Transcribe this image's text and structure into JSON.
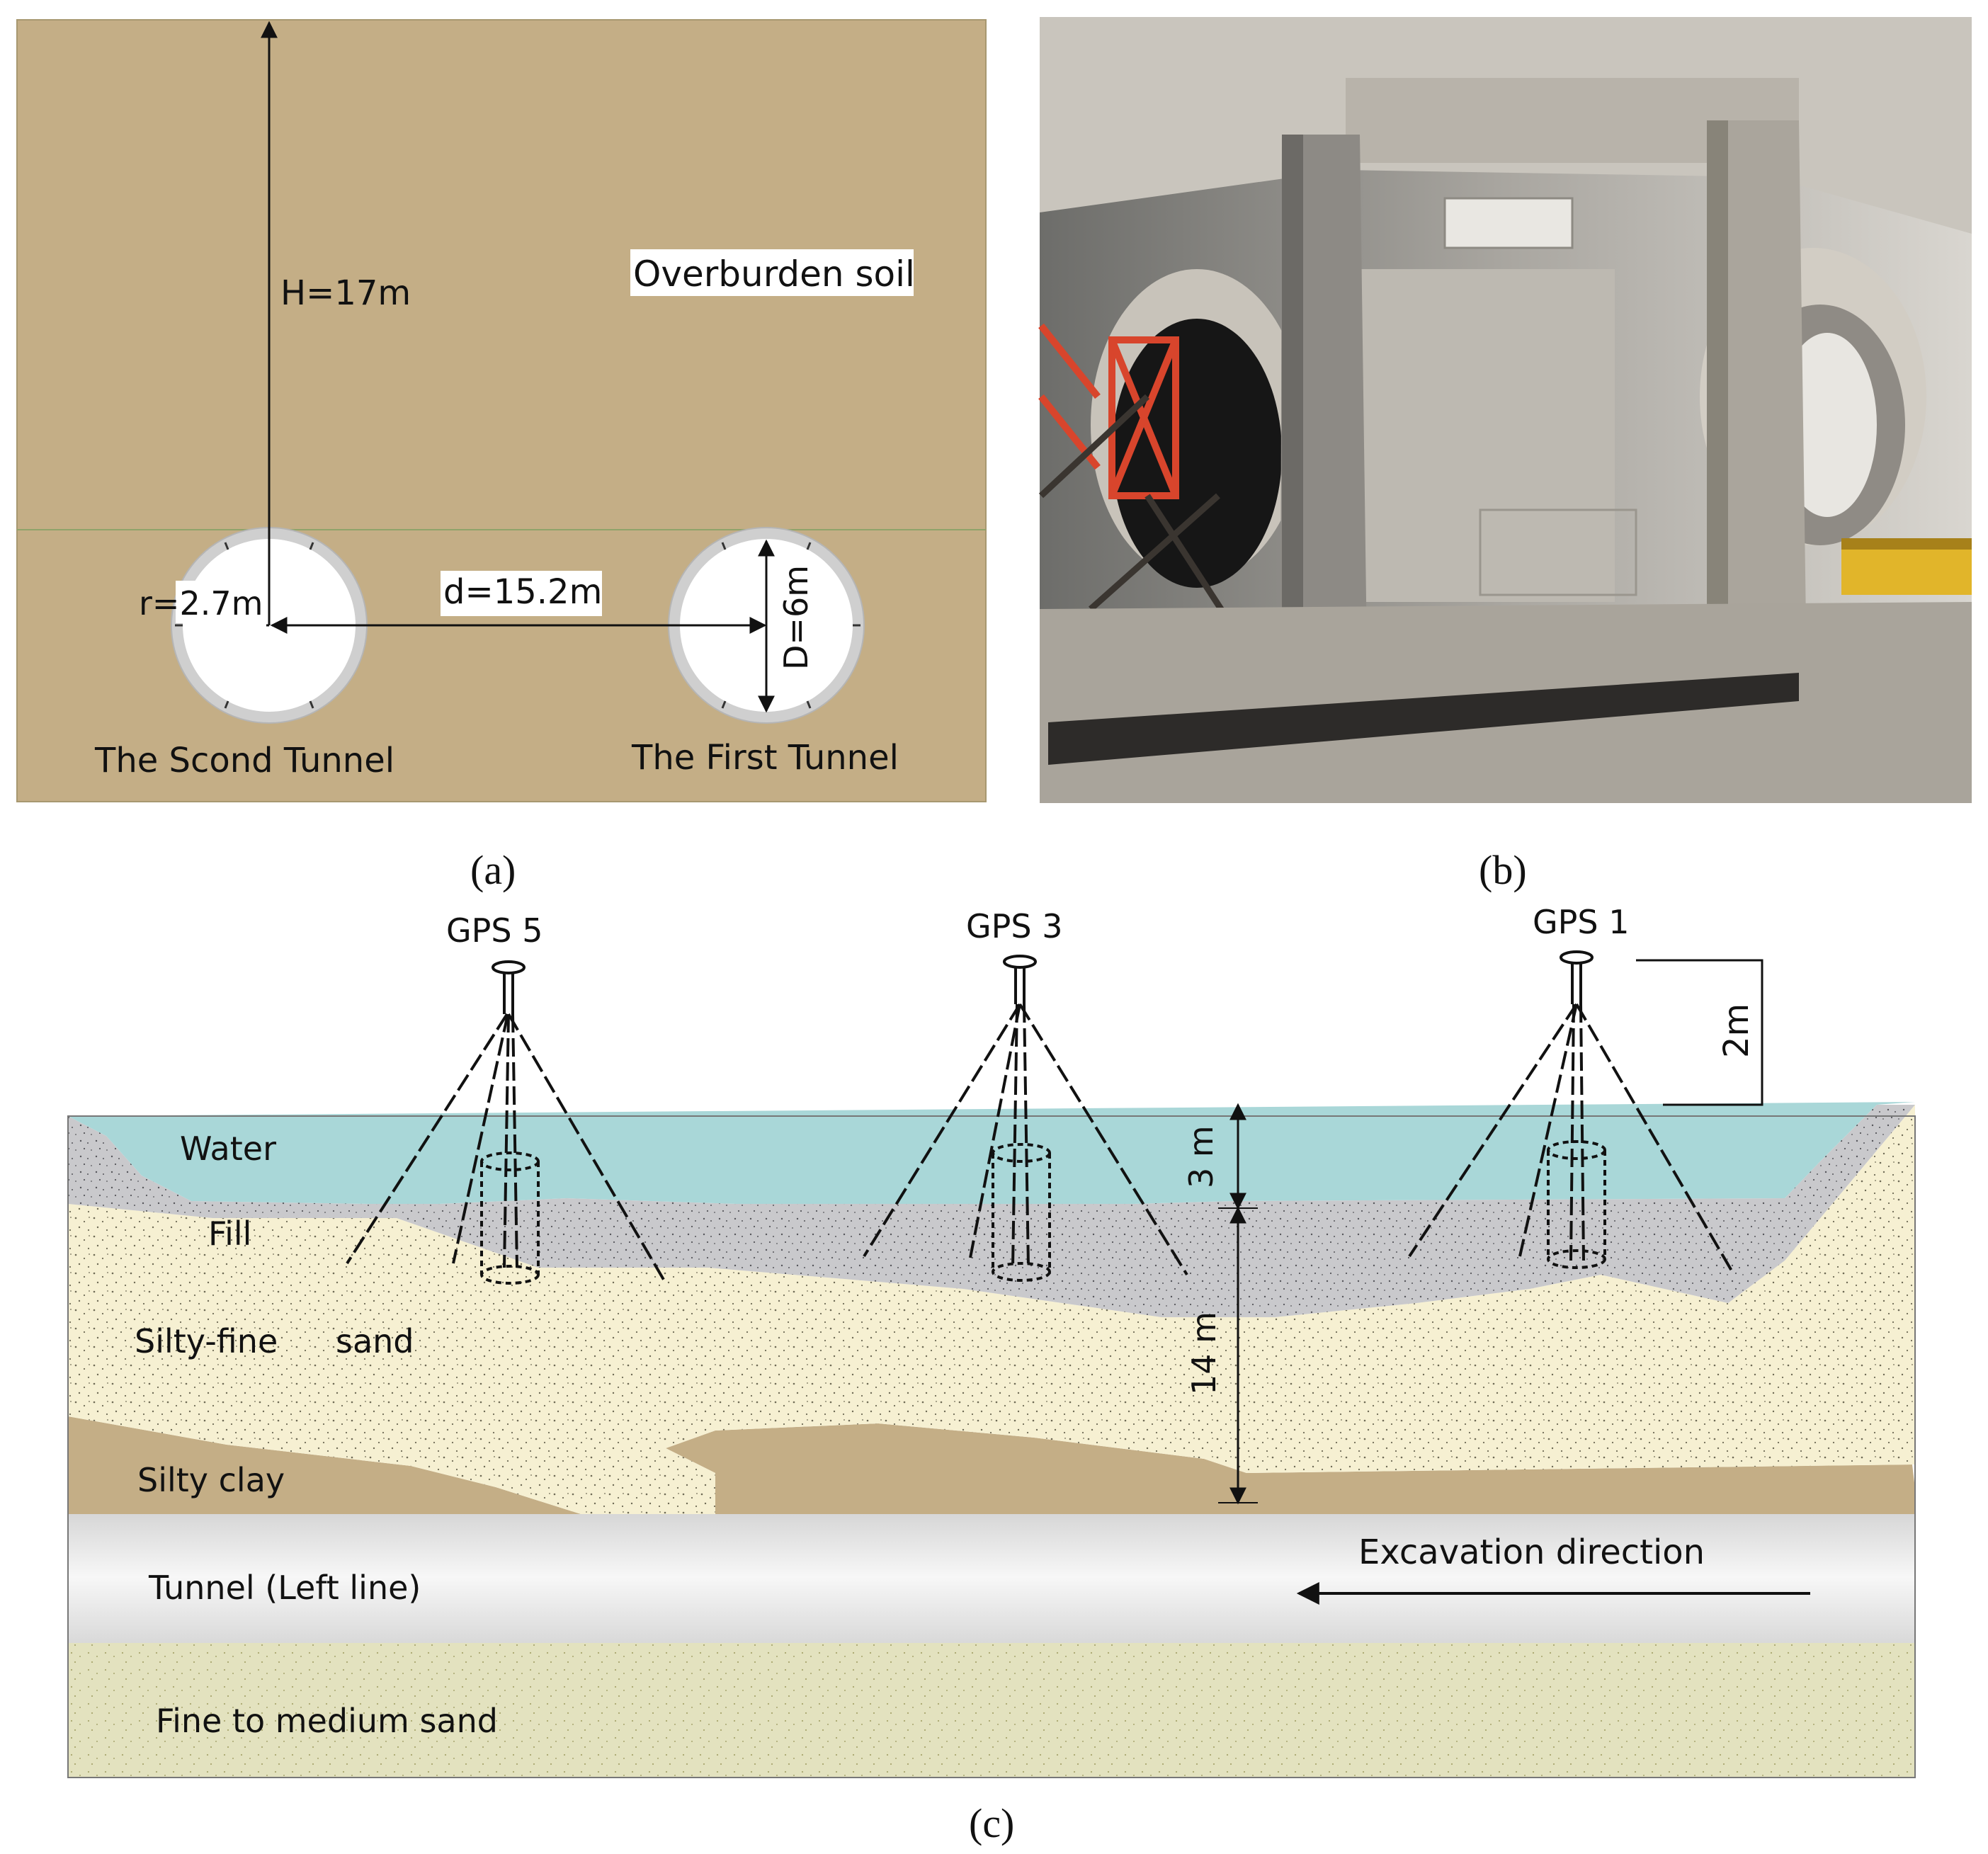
{
  "panel_a": {
    "caption": "(a)",
    "labels": {
      "overburden": "Overburden soil",
      "H": "H=17m",
      "r": "r=2.7m",
      "d": "d=15.2m",
      "D": "D=6m",
      "second_tunnel": "The Scond Tunnel",
      "first_tunnel": "The First Tunnel"
    },
    "colors": {
      "soil": "#c4ae86",
      "lining": "#cfcfcf"
    }
  },
  "panel_b": {
    "caption": "(b)"
  },
  "panel_c": {
    "caption": "(c)",
    "gps": {
      "gps5": "GPS 5",
      "gps3": "GPS 3",
      "gps1": "GPS 1"
    },
    "layers": {
      "water": "Water",
      "fill": "Fill",
      "silty_fine": "Silty-fine",
      "sand": "sand",
      "silty_clay": "Silty clay",
      "tunnel": "Tunnel (Left line)",
      "fine_medium": "Fine to medium sand"
    },
    "dims": {
      "d2m": "2m",
      "d3m": "3 m",
      "d14m": "14 m"
    },
    "excavation": "Excavation direction",
    "colors": {
      "water": "#a9d7d8",
      "fill": "#c9c9cc",
      "silty_fine": "#f6f0d2",
      "silty_clay": "#c4ae86",
      "tunnel": "#ececec",
      "fine_medium": "#e3e2bf"
    }
  }
}
